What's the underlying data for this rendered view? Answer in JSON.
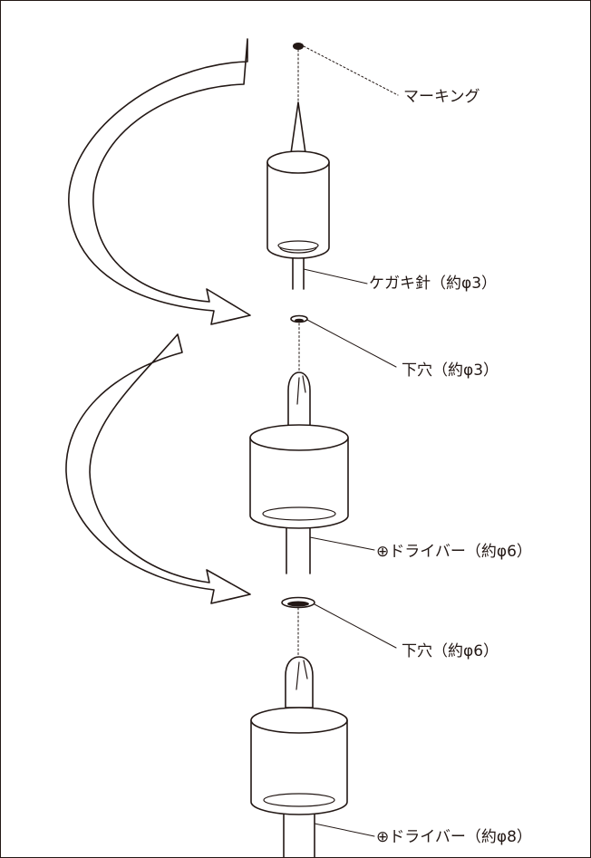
{
  "labels": {
    "marking": "マーキング",
    "scriber": "ケガキ針（約φ3）",
    "pilot_hole_3": "下穴（約φ3）",
    "driver_6": "⊕ドライバー（約φ6）",
    "pilot_hole_6": "下穴（約φ6）",
    "driver_8": "⊕ドライバー（約φ8）"
  },
  "colors": {
    "line": "#231815",
    "fill": "#ffffff"
  }
}
